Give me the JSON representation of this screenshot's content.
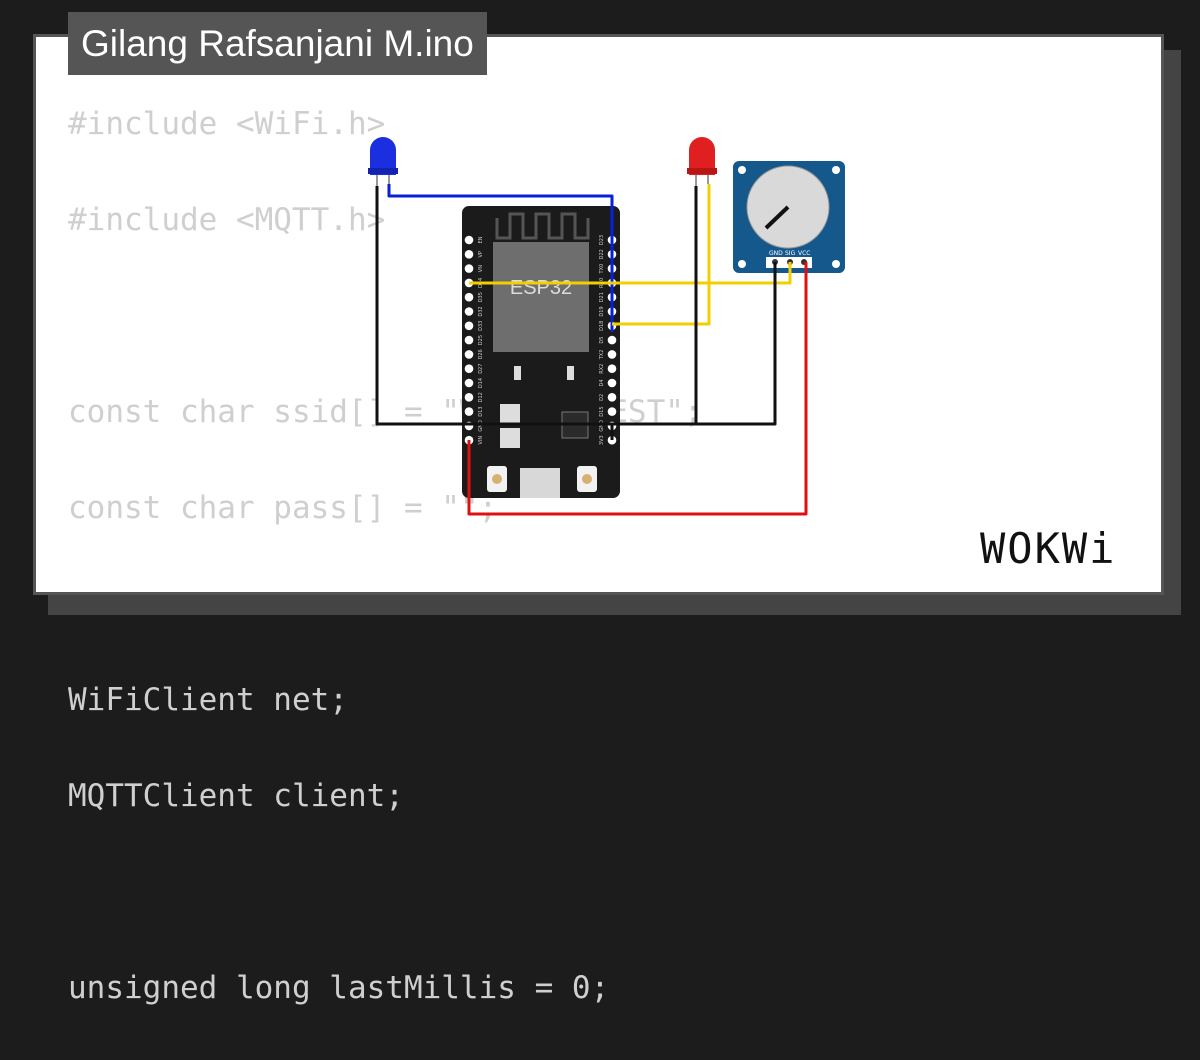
{
  "project": {
    "title": "Gilang Rafsanjani M.ino"
  },
  "code_lines": [
    "#include <WiFi.h>",
    "#include <MQTT.h>",
    "",
    "const char ssid[] = \"Wokwi-GUEST\";",
    "const char pass[] = \"\";",
    "",
    "WiFiClient net;",
    "MQTTClient client;",
    "",
    "unsigned long lastMillis = 0;"
  ],
  "board": {
    "chip_label": "ESP32",
    "left_pins": [
      "EN",
      "VP",
      "VN",
      "D34",
      "D35",
      "D32",
      "D33",
      "D25",
      "D26",
      "D27",
      "D14",
      "D12",
      "D13",
      "GND",
      "VIN"
    ],
    "right_pins": [
      "D23",
      "D22",
      "TX0",
      "RX0",
      "D21",
      "D19",
      "D18",
      "D5",
      "TX2",
      "RX2",
      "D4",
      "D2",
      "D15",
      "GND",
      "3V3"
    ]
  },
  "potentiometer": {
    "pin_labels": [
      "GND",
      "SIG",
      "VCC"
    ]
  },
  "components": {
    "led_blue_color": "#1b2fe0",
    "led_red_color": "#e02020",
    "pot_color": "#14588c"
  },
  "wires": {
    "blue": "#0a1fd8",
    "yellow": "#f0d000",
    "black": "#111111",
    "red": "#e01010"
  },
  "brand": {
    "logo_text": "WOKWi"
  }
}
